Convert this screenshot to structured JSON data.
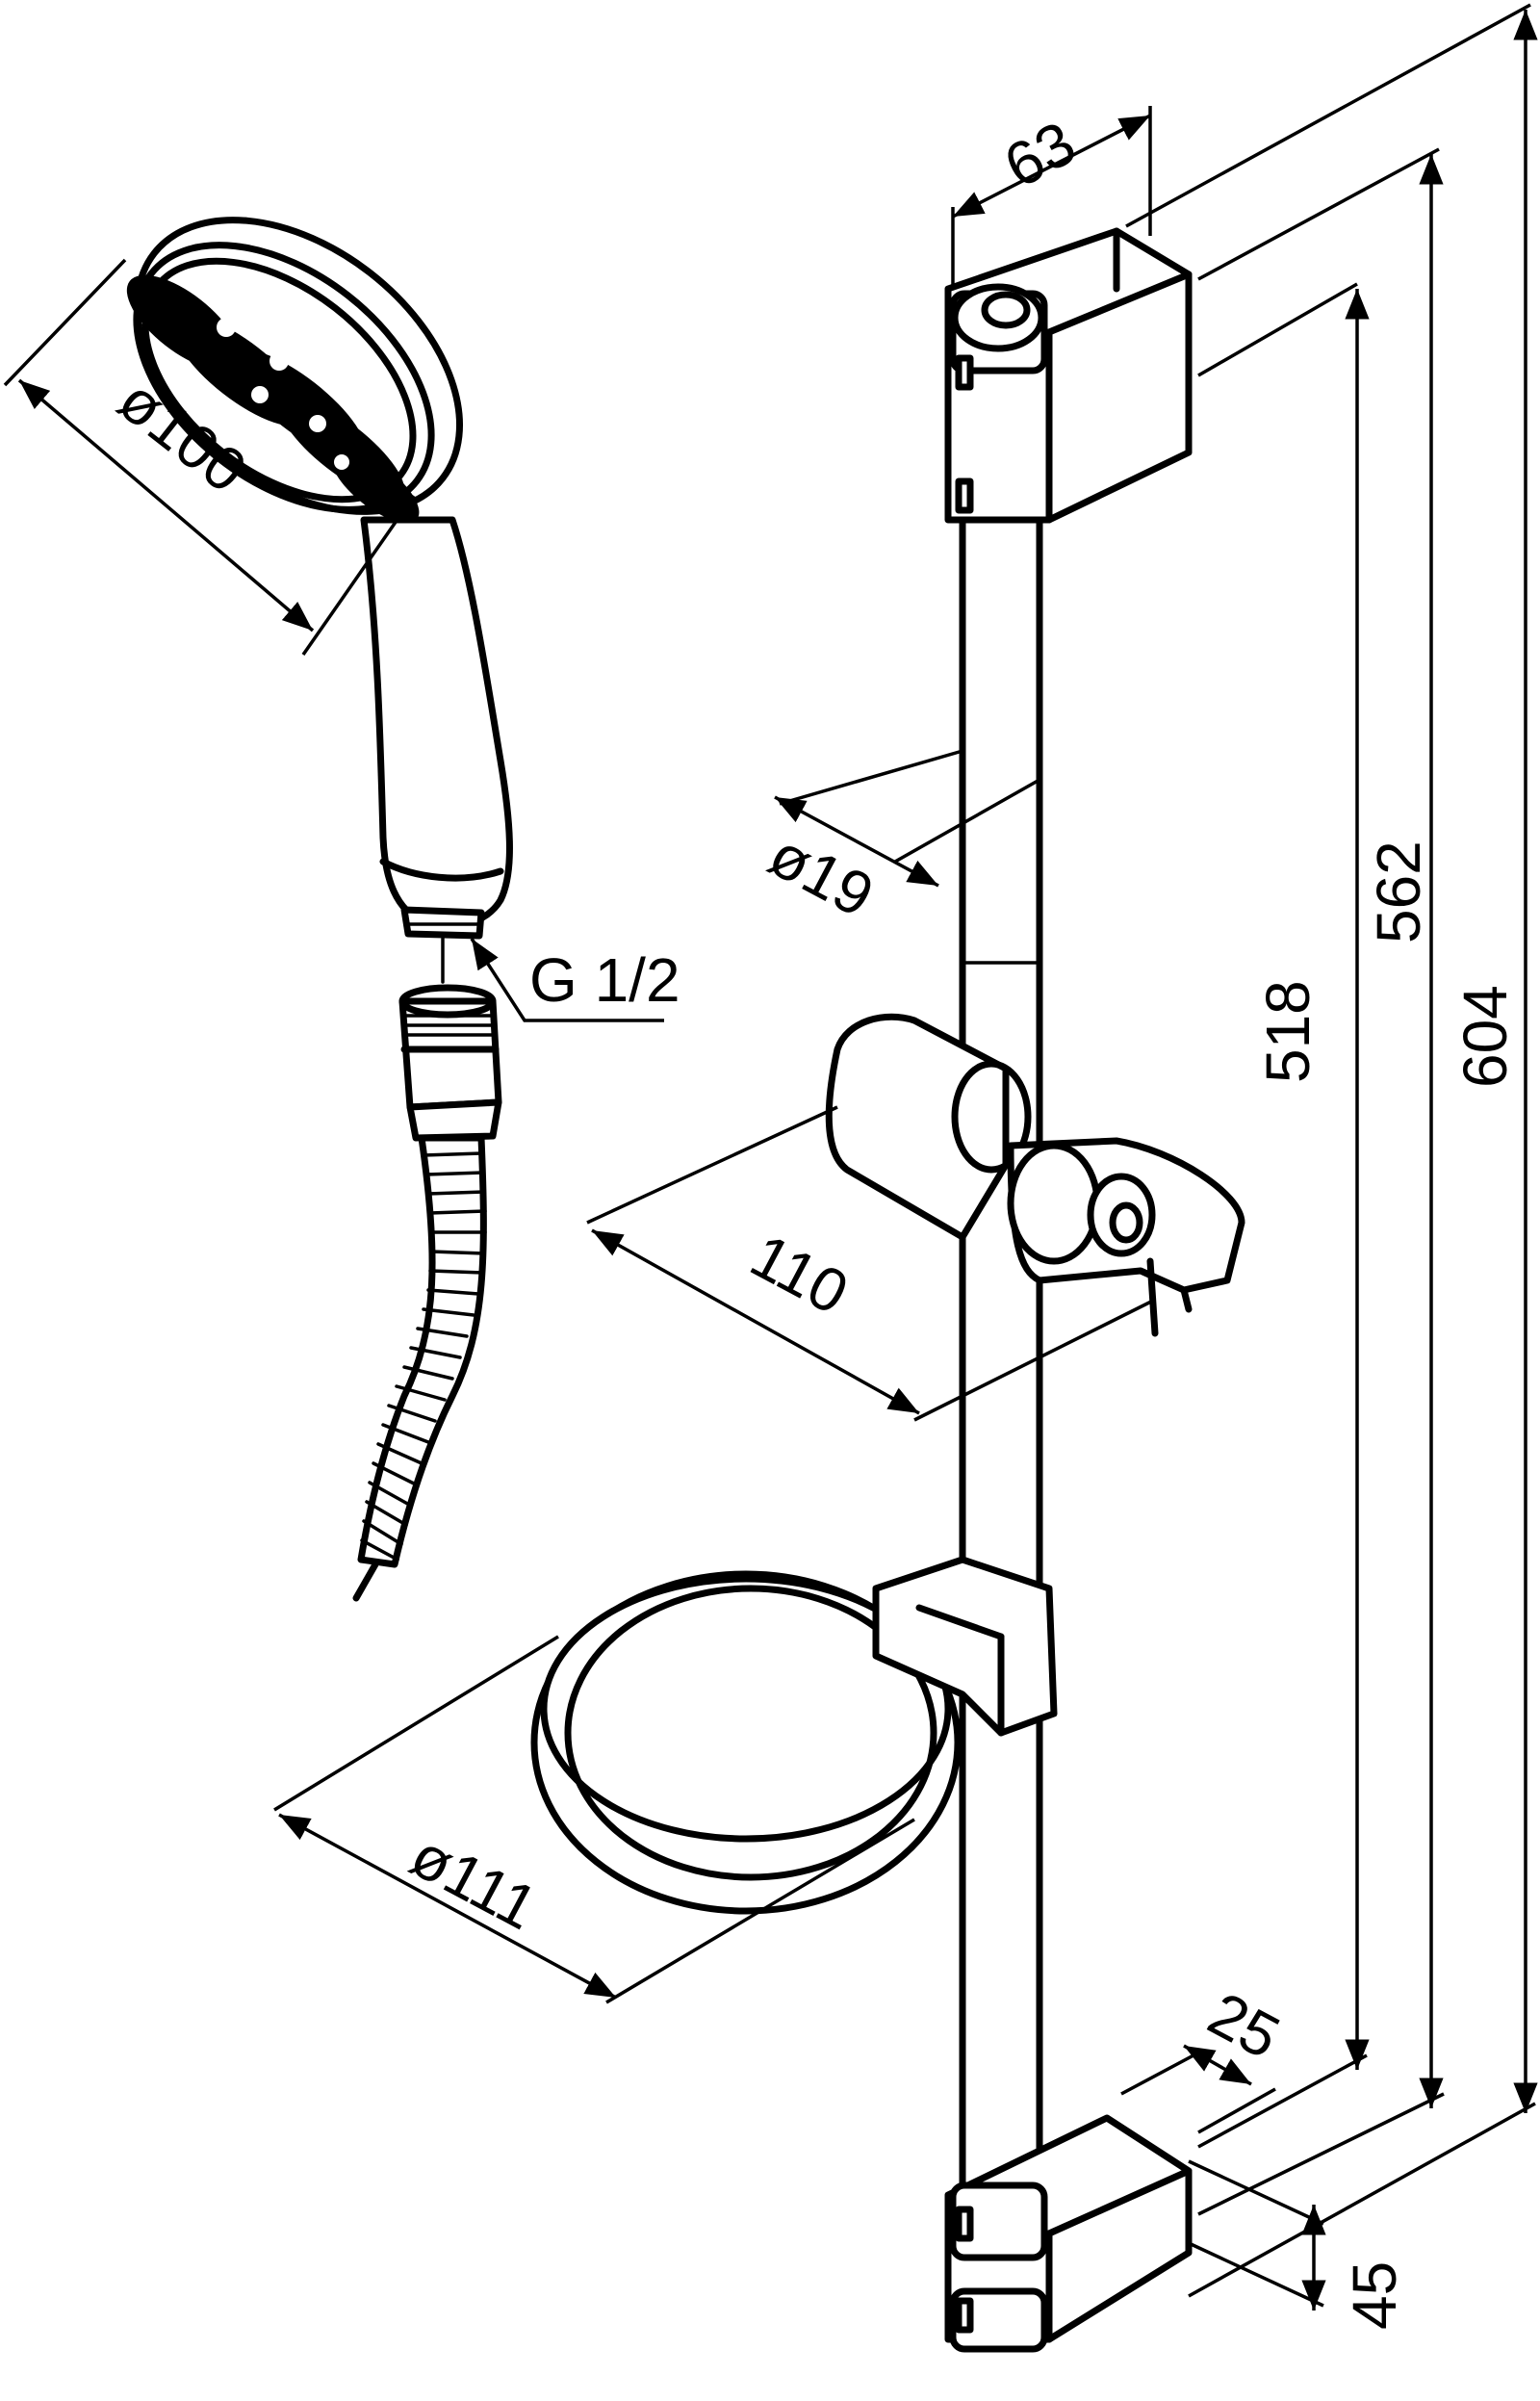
{
  "dimensions": {
    "shower_head_diameter": "ø100",
    "thread": "G 1/2",
    "bar_width": "63",
    "bar_diameter": "ø19",
    "holder_projection": "110",
    "soap_dish_diameter": "ø111",
    "bracket_width": "25",
    "bracket_height": "45",
    "length_inner": "518",
    "length_middle": "562",
    "length_overall": "604"
  }
}
